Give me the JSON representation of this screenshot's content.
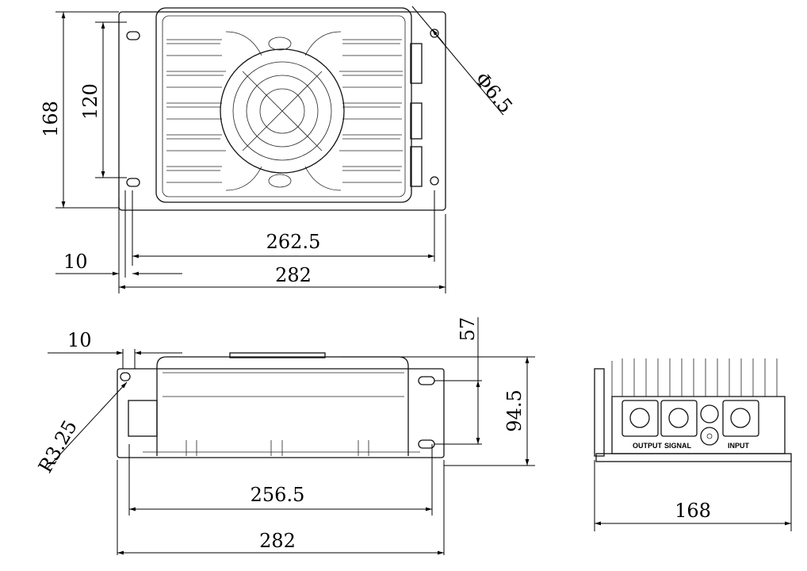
{
  "top_view": {
    "height_overall": "168",
    "hole_spacing_vertical": "120",
    "hole_spacing_horizontal": "262.5",
    "width_overall": "282",
    "edge_offset": "10",
    "hole_diameter": "Φ6.5"
  },
  "side_view": {
    "edge_offset": "10",
    "slot_radius": "R3.25",
    "slot_offset": "57",
    "height": "94.5",
    "hole_spacing": "256.5",
    "width_overall": "282"
  },
  "end_view": {
    "width": "168",
    "port_labels": [
      "OUTPUT",
      "SIGNAL",
      "INPUT"
    ]
  }
}
